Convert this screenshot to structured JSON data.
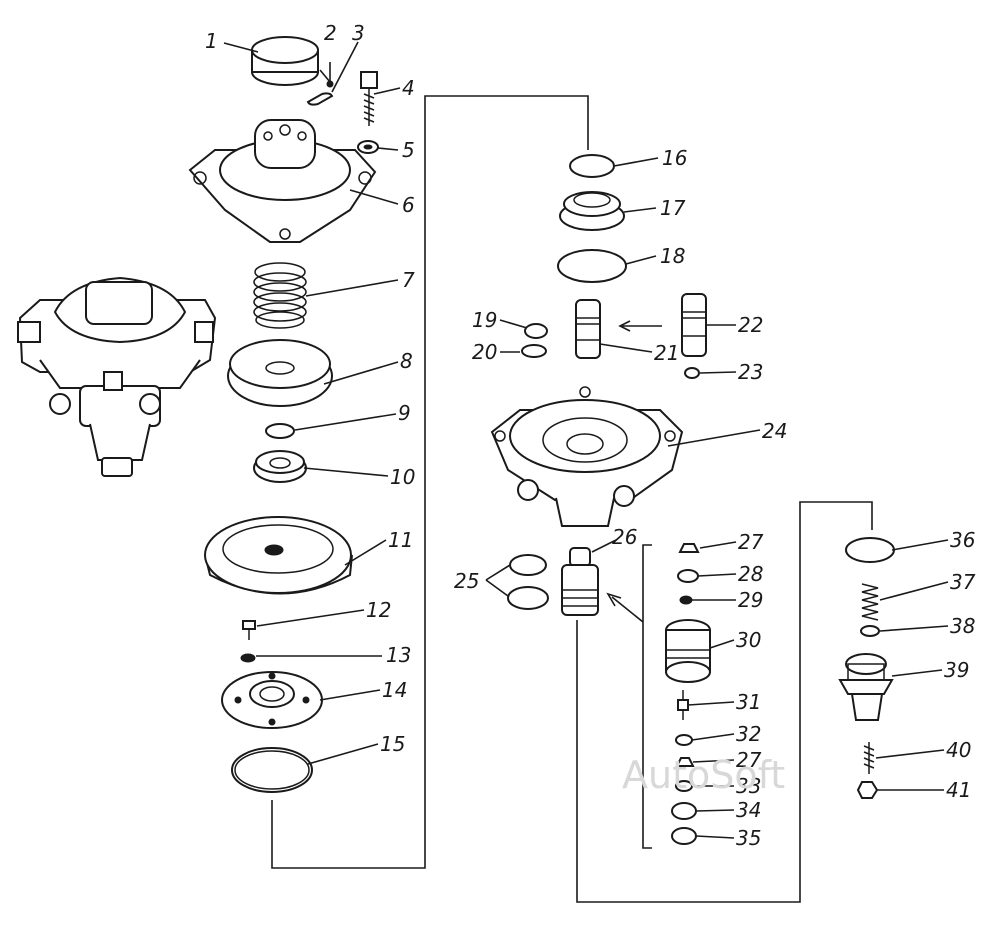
{
  "watermark": "AutoSoft",
  "callouts": [
    "1",
    "2",
    "3",
    "4",
    "5",
    "6",
    "7",
    "8",
    "9",
    "10",
    "11",
    "12",
    "13",
    "14",
    "15",
    "16",
    "17",
    "18",
    "19",
    "20",
    "21",
    "22",
    "23",
    "24",
    "25",
    "26",
    "27",
    "28",
    "29",
    "30",
    "31",
    "32",
    "27",
    "33",
    "34",
    "35",
    "36",
    "37",
    "38",
    "39",
    "40",
    "41"
  ]
}
